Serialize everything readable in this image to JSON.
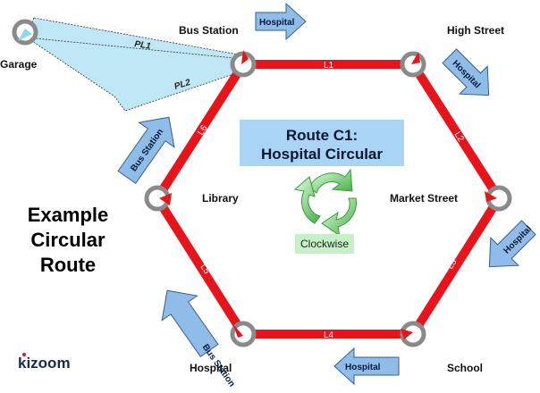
{
  "title": {
    "line1": "Example",
    "line2": "Circular",
    "line3": "Route"
  },
  "route_box": {
    "line1": "Route C1:",
    "line2": "Hospital Circular"
  },
  "direction": {
    "label": "Clockwise"
  },
  "logo": {
    "text": "kizoom"
  },
  "stops": {
    "bus_station": "Bus Station",
    "high_street": "High Street",
    "market_street": "Market Street",
    "school": "School",
    "hospital": "Hospital",
    "library": "Library",
    "garage": "Garage"
  },
  "links": {
    "l1": "L1",
    "l2": "L2",
    "l3": "L3",
    "l4": "L4",
    "l5": "L5",
    "l6": "L6"
  },
  "positioning_links": {
    "pl1": "PL1",
    "pl2": "PL2"
  },
  "destination_arrows": {
    "top": "Hospital",
    "upper_right": "Hospital",
    "lower_right": "Hospital",
    "bottom": "Hospital",
    "upper_left": "Bus Station",
    "lower_left": "Bus Station"
  },
  "colors": {
    "route_line": "#e8141b",
    "stop_ring": "#8a8a8a",
    "route_box_fill": "#a9d4f5",
    "arrow_fill": "#8fbce8",
    "arrow_stroke": "#3a5f8c",
    "positioning_fill": "#bfe7f6",
    "clockwise_fill": "#c8f0c8",
    "cycle_green": "#55c255"
  }
}
